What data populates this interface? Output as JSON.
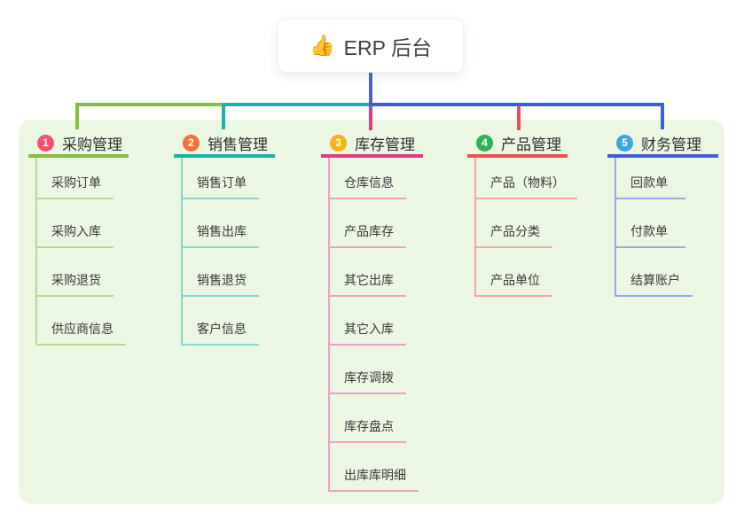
{
  "root": {
    "label": "ERP 后台",
    "icon": "👍",
    "connector_color": "#5061c6"
  },
  "canvas": {
    "page_bg": "#ffffff",
    "panel_bg": "#ebf6e3",
    "card_bg": "#ffffff",
    "title_text_color": "#3a3f4a"
  },
  "branches": [
    {
      "number": "1",
      "title": "采购管理",
      "colors": {
        "badge": "#f4516c",
        "main": "#84bd3f",
        "light": "#bada90"
      },
      "children": [
        "采购订单",
        "采购入库",
        "采购退货",
        "供应商信息"
      ]
    },
    {
      "number": "2",
      "title": "销售管理",
      "colors": {
        "badge": "#ee7337",
        "main": "#13b5aa",
        "light": "#85d9d1"
      },
      "children": [
        "销售订单",
        "销售出库",
        "销售退货",
        "客户信息"
      ]
    },
    {
      "number": "3",
      "title": "库存管理",
      "colors": {
        "badge": "#f6b216",
        "main": "#e23c85",
        "light": "#f0a0c6"
      },
      "children": [
        "仓库信息",
        "产品库存",
        "其它出库",
        "其它入库",
        "库存调拨",
        "库存盘点",
        "出库库明细"
      ]
    },
    {
      "number": "4",
      "title": "产品管理",
      "colors": {
        "badge": "#2eb357",
        "main": "#f25050",
        "light": "#f7a7a2"
      },
      "children": [
        "产品（物料）",
        "产品分类",
        "产品单位"
      ]
    },
    {
      "number": "5",
      "title": "财务管理",
      "colors": {
        "badge": "#3aa7de",
        "main": "#3f5fd6",
        "light": "#98aae6"
      },
      "children": [
        "回款单",
        "付款单",
        "结算账户"
      ]
    }
  ]
}
